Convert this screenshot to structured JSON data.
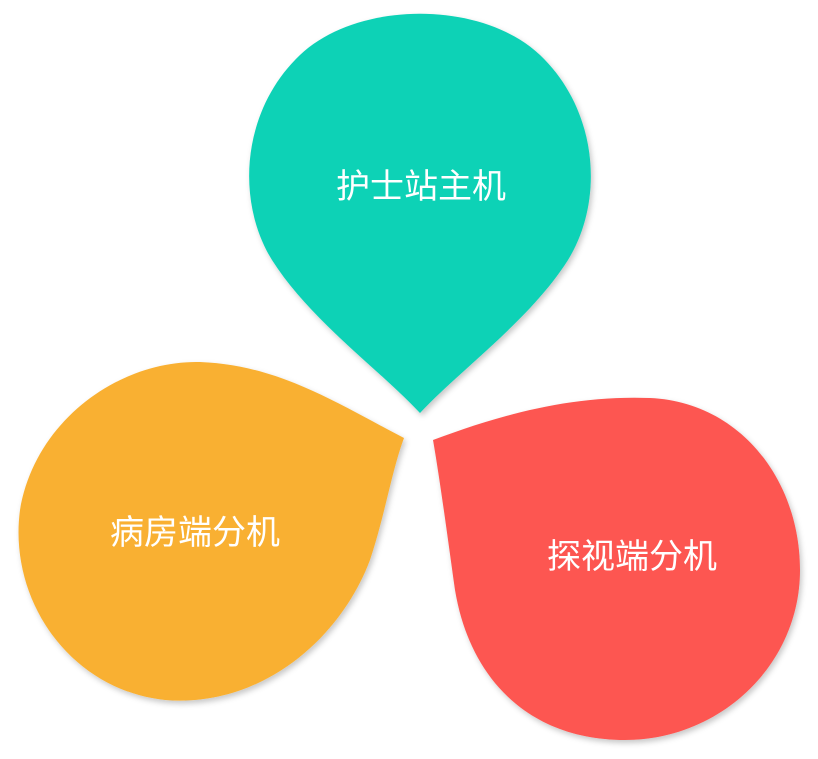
{
  "diagram": {
    "nodes": [
      {
        "id": "nurse-station",
        "label": "护士站主机",
        "color": "#0AD2B6"
      },
      {
        "id": "ward",
        "label": "病房端分机",
        "color": "#F9B033"
      },
      {
        "id": "visit",
        "label": "探视端分机",
        "color": "#FD5651"
      }
    ]
  }
}
